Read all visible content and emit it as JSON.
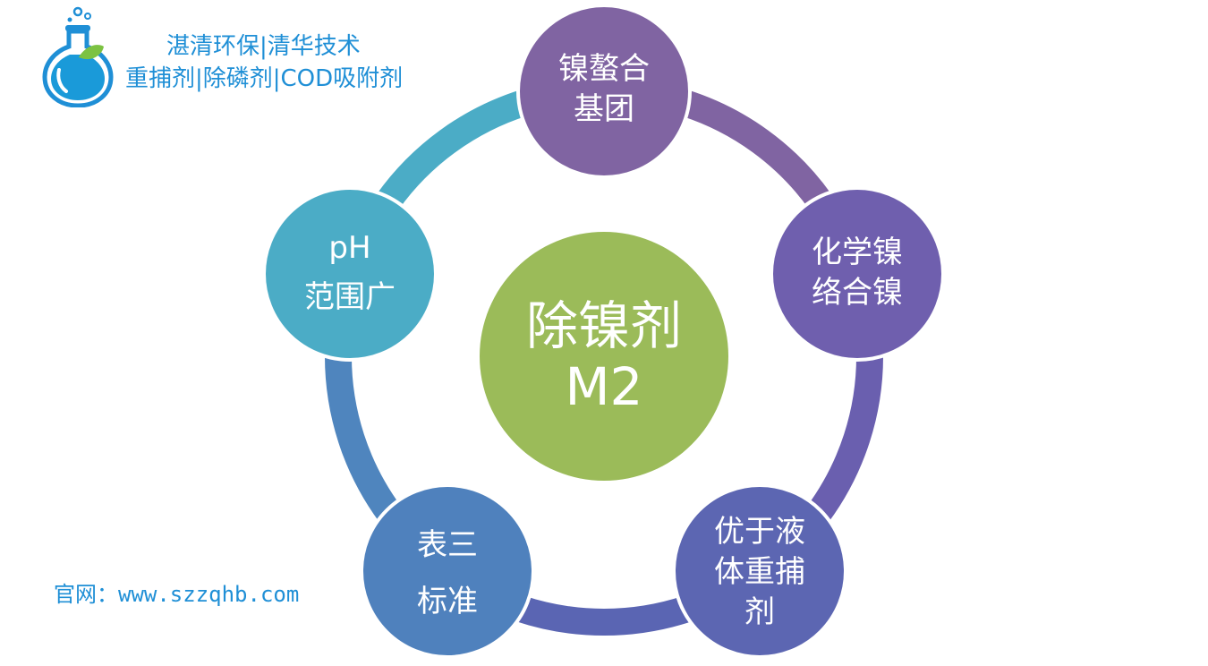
{
  "logo": {
    "icon": "flask-icon",
    "line1": "湛清环保|清华技术",
    "line2": "重捕剂|除磷剂|COD吸附剂",
    "color": "#1f8fd6"
  },
  "website": "官网：www.szzqhb.com",
  "center": {
    "lines": [
      "除镍剂",
      "M2"
    ],
    "color": "#9bbb59"
  },
  "nodes": [
    {
      "id": "nickel-chelating-group",
      "lines": [
        "镍螯合",
        "基团"
      ],
      "color": "#8064a2"
    },
    {
      "id": "chemical-nickel",
      "lines": [
        "化学镍",
        "络合镍"
      ],
      "color": "#6f5fae"
    },
    {
      "id": "better-than-liquid",
      "lines": [
        "优于液",
        "体重捕",
        "剂"
      ],
      "color": "#5c66b2"
    },
    {
      "id": "table3-standard",
      "lines": [
        "表三",
        "标准"
      ],
      "color": "#4f81bd"
    },
    {
      "id": "wide-ph",
      "lines": [
        "pH",
        "范围广"
      ],
      "color": "#4bacc6"
    }
  ],
  "arcs": [
    {
      "from": 0,
      "to": 1,
      "color": "#8064a2"
    },
    {
      "from": 1,
      "to": 2,
      "color": "#6a5faf"
    },
    {
      "from": 2,
      "to": 3,
      "color": "#5a65b3"
    },
    {
      "from": 3,
      "to": 4,
      "color": "#4f85be"
    },
    {
      "from": 4,
      "to": 0,
      "color": "#4bacc6"
    }
  ]
}
